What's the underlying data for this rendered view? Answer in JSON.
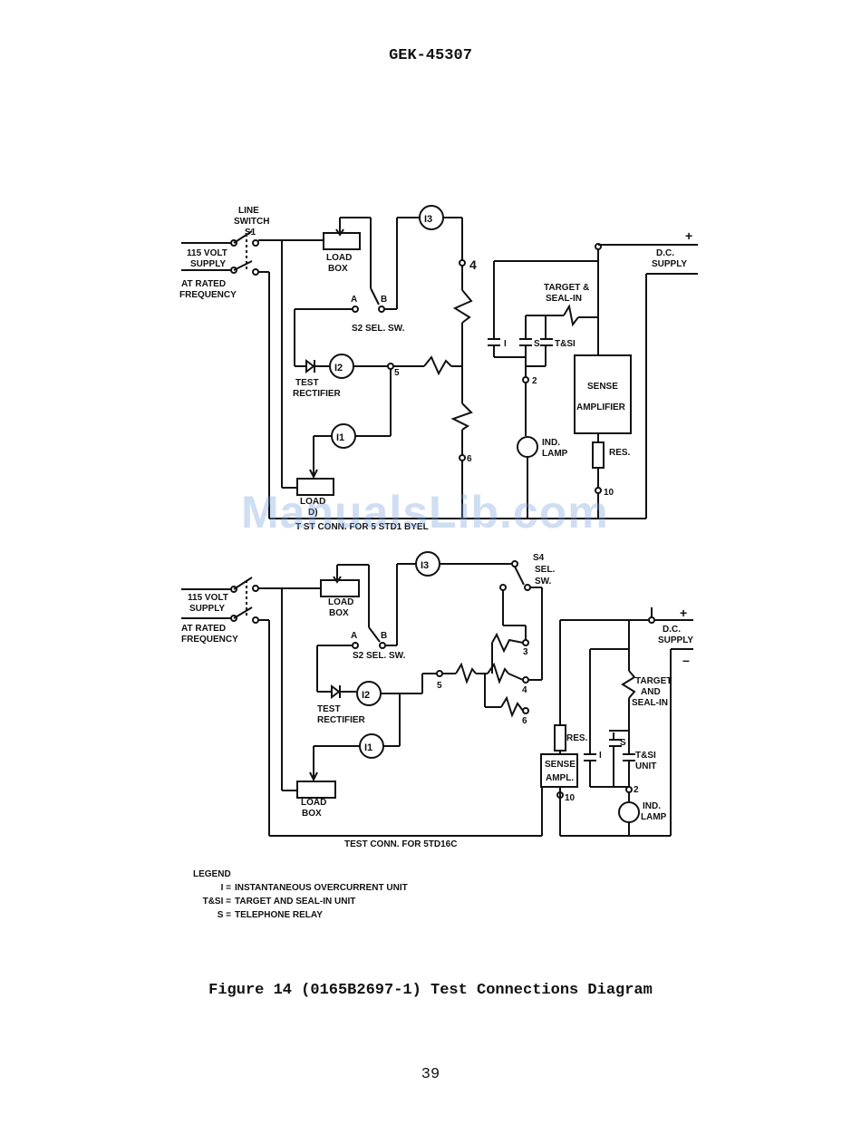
{
  "header": {
    "doc_number": "GEK-45307"
  },
  "diagram1": {
    "line_switch": "LINE",
    "line_switch2": "SWITCH",
    "s1": "S1",
    "supply1": "115 VOLT",
    "supply2": "SUPPLY",
    "freq1": "AT RATED",
    "freq2": "FREQUENCY",
    "load_box": "LOAD",
    "load_box2": "BOX",
    "a": "A",
    "b": "B",
    "s2": "S2 SEL. SW.",
    "test_rect1": "TEST",
    "test_rect2": "RECTIFIER",
    "i1": "I1",
    "i2": "I2",
    "i3": "I3",
    "t4": "4",
    "t5": "5",
    "t6": "6",
    "load_box_bottom": "LOAD",
    "load_box_bottom2": "D)",
    "conn": "T ST CONN. FOR 5 STD1 BYEL",
    "dc_plus": "+",
    "dc1": "D.C.",
    "dc2": "SUPPLY",
    "target1": "TARGET &",
    "target2": "SEAL-IN",
    "i_label": "I",
    "s_label": "S",
    "tsi": "T&SI",
    "t2": "2",
    "lamp1": "IND.",
    "lamp2": "LAMP",
    "sense1": "SENSE",
    "sense2": "AMPLIFIER",
    "res": "RES.",
    "t10": "10"
  },
  "diagram2": {
    "supply1": "115 VOLT",
    "supply2": "SUPPLY",
    "freq1": "AT RATED",
    "freq2": "FREQUENCY",
    "load_box": "LOAD",
    "load_box2": "BOX",
    "a": "A",
    "b": "B",
    "s2": "S2 SEL. SW.",
    "s4a": "S4",
    "s4b": "SEL.",
    "s4c": "SW.",
    "test_rect1": "TEST",
    "test_rect2": "RECTIFIER",
    "i1": "I1",
    "i2": "I2",
    "i3": "I3",
    "t3": "3",
    "t4": "4",
    "t5": "5",
    "t6": "6",
    "load_box_bottom": "LOAD",
    "load_box_bottom2": "BOX",
    "conn": "TEST CONN. FOR 5TD16C",
    "dc_plus": "+",
    "dc_minus": "–",
    "dc1": "D.C.",
    "dc2": "SUPPLY",
    "target1": "TARGET",
    "target2": "AND",
    "target3": "SEAL-IN",
    "res": "RES.",
    "sense1": "SENSE",
    "sense2": "AMPL.",
    "t10": "10",
    "i_label": "I",
    "s_label": "S",
    "tsi1": "T&SI",
    "tsi2": "UNIT",
    "t2": "2",
    "lamp1": "IND.",
    "lamp2": "LAMP"
  },
  "legend": {
    "title": "LEGEND",
    "items": [
      {
        "key": "I =",
        "text": "INSTANTANEOUS OVERCURRENT UNIT"
      },
      {
        "key": "T&SI =",
        "text": "TARGET AND SEAL-IN UNIT"
      },
      {
        "key": "S =",
        "text": "TELEPHONE RELAY"
      }
    ]
  },
  "watermark": "ManualsLib.com",
  "caption": "Figure 14  (0165B2697-1)  Test Connections Diagram",
  "page_number": "39"
}
